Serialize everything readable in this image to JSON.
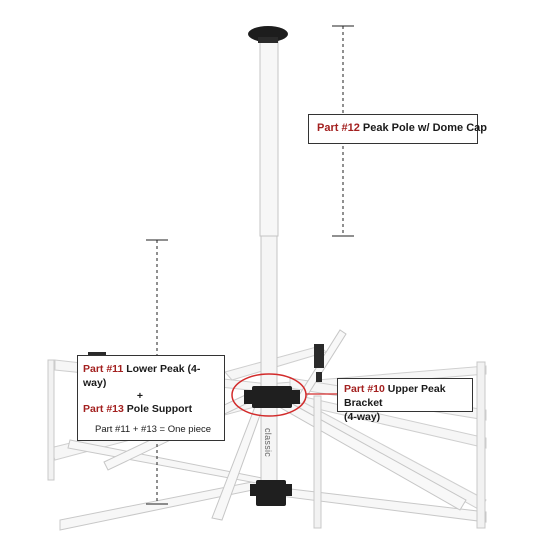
{
  "callouts": {
    "peak_pole": {
      "part": "Part #12",
      "label": "Peak Pole w/ Dome Cap"
    },
    "lower_peak": {
      "part": "Part #11",
      "label": "Lower Peak (4-way)",
      "plus": "+",
      "part2": "Part #13",
      "label2": "Pole Support",
      "note": "Part #11 + #13 = One piece"
    },
    "upper_bracket": {
      "part": "Part #10",
      "label": "Upper Peak Bracket",
      "label_line2": "(4-way)"
    }
  },
  "brand_text": "classic",
  "colors": {
    "part_number": "#a3201f",
    "highlight_circle": "#d22b2b",
    "frame": "#f4f4f4",
    "bracket": "#1f1f1f"
  }
}
